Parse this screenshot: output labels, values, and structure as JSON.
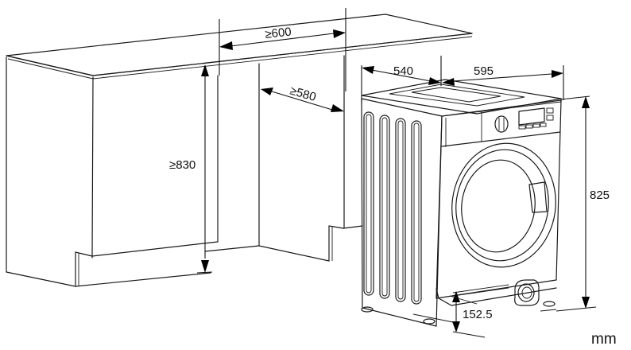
{
  "diagram": {
    "title": "Built-in washing machine installation dimensions",
    "unit": "mm",
    "dimensions": {
      "niche_width": "≥600",
      "niche_depth": "≥580",
      "niche_height": "≥830",
      "appliance_depth": "540",
      "appliance_width": "595",
      "appliance_height": "825",
      "plinth_clearance": "152.5"
    },
    "components": {
      "cabinet": "kitchen cabinet with worktop",
      "appliance": "washing machine",
      "control_panel": "dial, display and buttons",
      "door": "round porthole door"
    },
    "colors": {
      "line": "#1a1a1a",
      "background": "#ffffff"
    }
  }
}
